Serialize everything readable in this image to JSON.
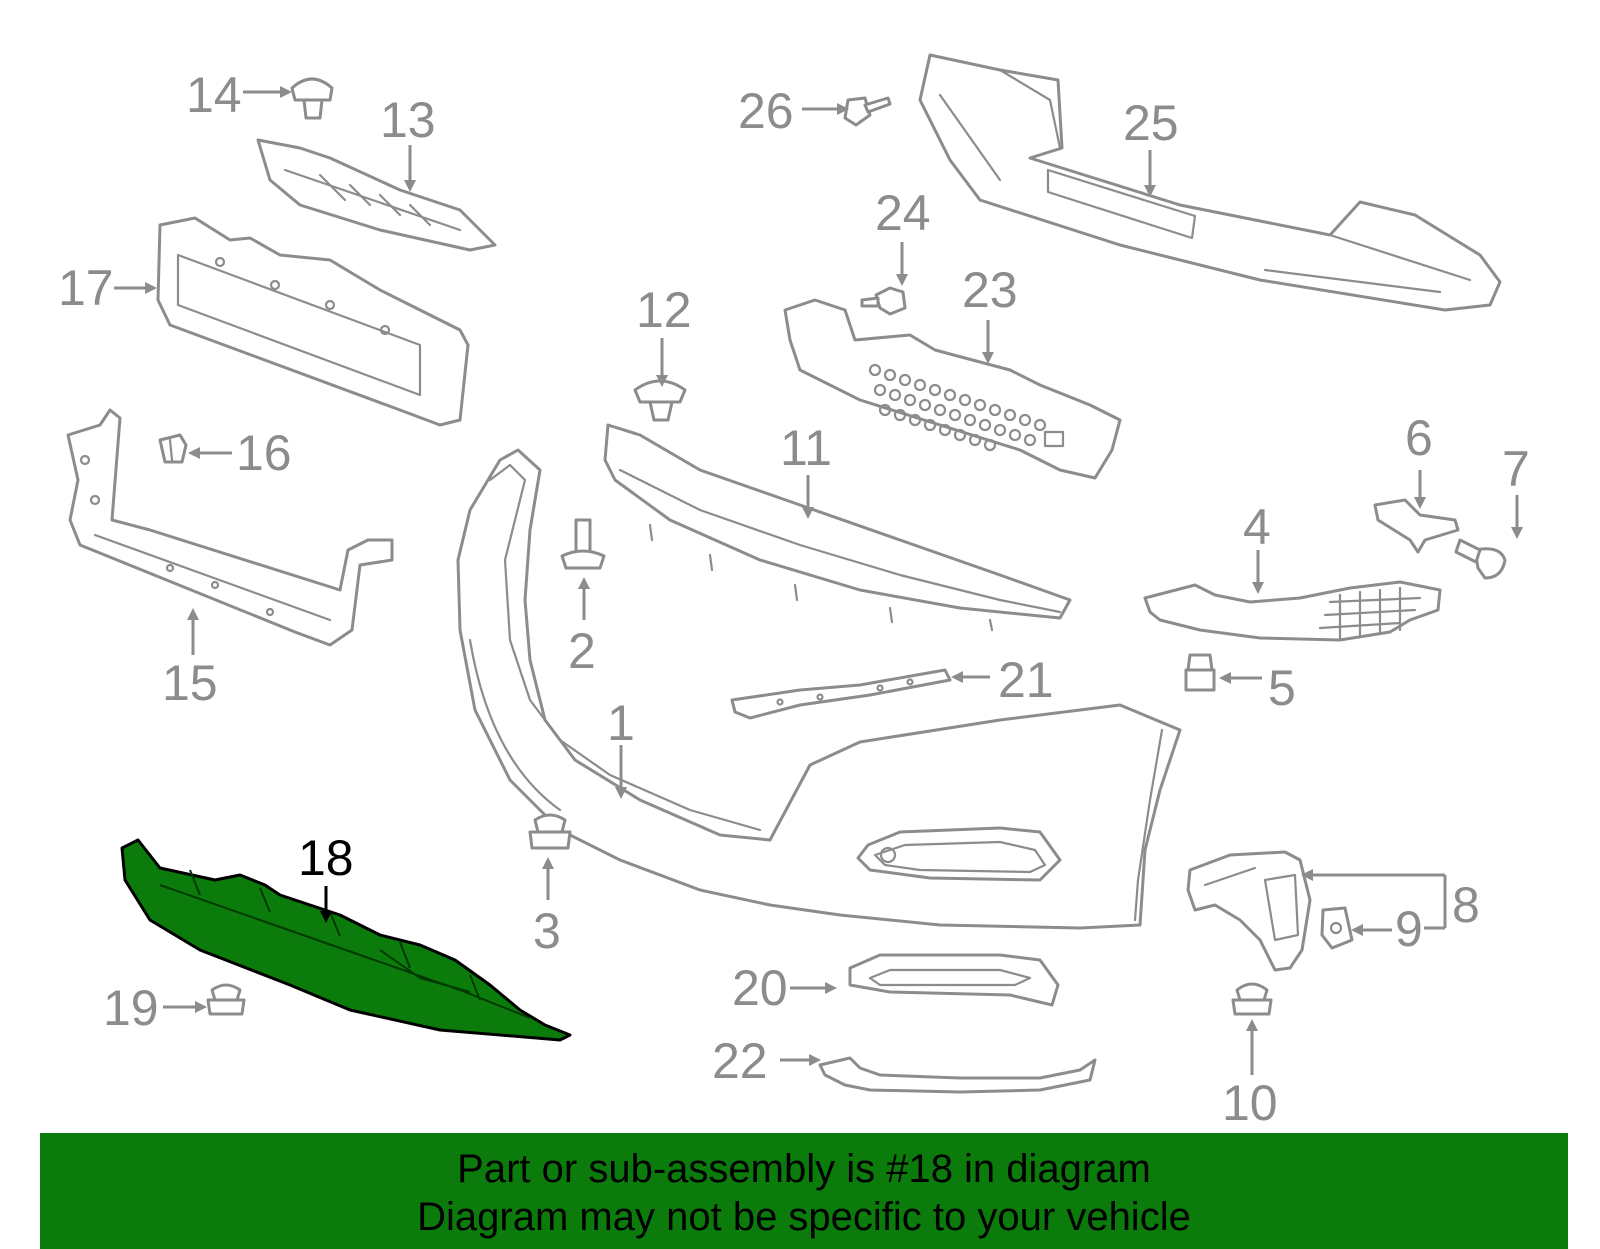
{
  "highlight_color": "#0b7c0b",
  "line_color": "#8c8c8c",
  "selected_part": "18",
  "callouts": {
    "c1": "1",
    "c2": "2",
    "c3": "3",
    "c4": "4",
    "c5": "5",
    "c6": "6",
    "c7": "7",
    "c8": "8",
    "c9": "9",
    "c10": "10",
    "c11": "11",
    "c12": "12",
    "c13": "13",
    "c14": "14",
    "c15": "15",
    "c16": "16",
    "c17": "17",
    "c18": "18",
    "c19": "19",
    "c20": "20",
    "c21": "21",
    "c22": "22",
    "c23": "23",
    "c24": "24",
    "c25": "25",
    "c26": "26"
  },
  "banner": {
    "line1": "Part or sub-assembly is #18 in diagram",
    "line2": "Diagram may not be specific to your vehicle"
  }
}
